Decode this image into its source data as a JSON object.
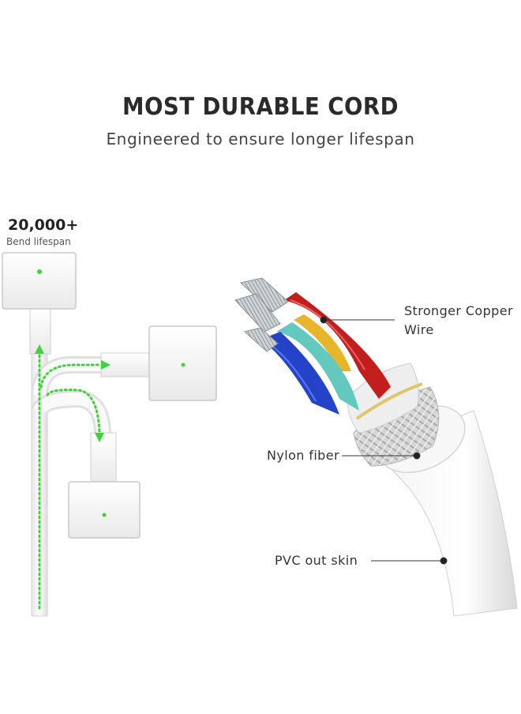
{
  "header": {
    "title": "MOST DURABLE CORD",
    "subtitle": "Engineered to ensure longer lifespan"
  },
  "bend": {
    "count": "20,000+",
    "label": "Bend lifespan"
  },
  "callouts": {
    "copper_line1": "Stronger Copper",
    "copper_line2": "Wire",
    "nylon": "Nylon fiber",
    "pvc": "PVC out skin"
  },
  "colors": {
    "accent_green": "#3fd23a",
    "wire_red": "#c21e1e",
    "wire_blue": "#2443c8",
    "wire_teal": "#63c9bf",
    "wire_yellow": "#e7b52a"
  }
}
